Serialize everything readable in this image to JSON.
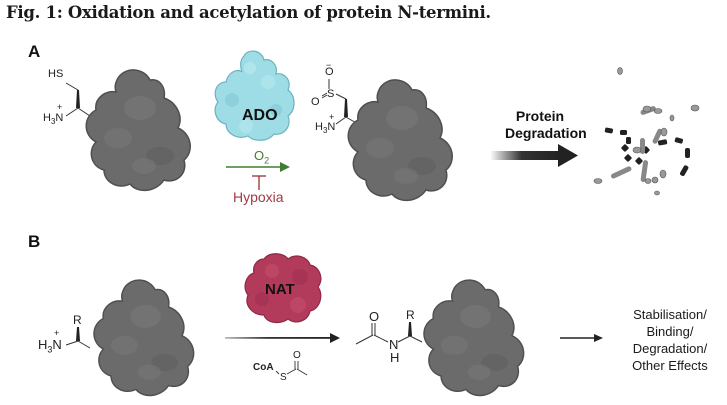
{
  "figure": {
    "title": "Fig. 1: Oxidation and acetylation of protein N-termini."
  },
  "panel_a": {
    "label": "A",
    "substrate": {
      "thiol": "HS",
      "amine": "H3N",
      "amine_sub": "3",
      "amine_charge": "+"
    },
    "enzyme": {
      "name": "ADO",
      "color": "#9fdde6"
    },
    "reaction": {
      "cofactor": "O2",
      "cofactor_sub": "2",
      "arrow_color": "#3f7f2e",
      "inhibitor": "Hypoxia",
      "inhibitor_color": "#a33a45"
    },
    "product": {
      "sulfinate_o_minus": "O",
      "sulfinate_charge": "−",
      "sulfinate_s": "S",
      "sulfinate_o": "O",
      "amine": "H3N",
      "amine_charge": "+"
    },
    "outcome": {
      "line1": "Protein",
      "line2": "Degradation"
    }
  },
  "panel_b": {
    "label": "B",
    "substrate": {
      "r_group": "R",
      "amine": "H3N",
      "amine_charge": "+"
    },
    "enzyme": {
      "name": "NAT",
      "color": "#b23a5a"
    },
    "reaction": {
      "cofactor_coa": "CoA",
      "cofactor_s": "S",
      "cofactor_o": "O"
    },
    "product": {
      "carbonyl_o": "O",
      "nitrogen": "N",
      "hydrogen": "H",
      "r_group": "R"
    },
    "outcomes": [
      "Stabilisation/",
      "Binding/",
      "Degradation/",
      "Other Effects"
    ]
  },
  "colors": {
    "protein_fill": "#6b6b6b",
    "protein_edge": "#4f4f4f",
    "protein_highlight": "#7a7a7a"
  }
}
